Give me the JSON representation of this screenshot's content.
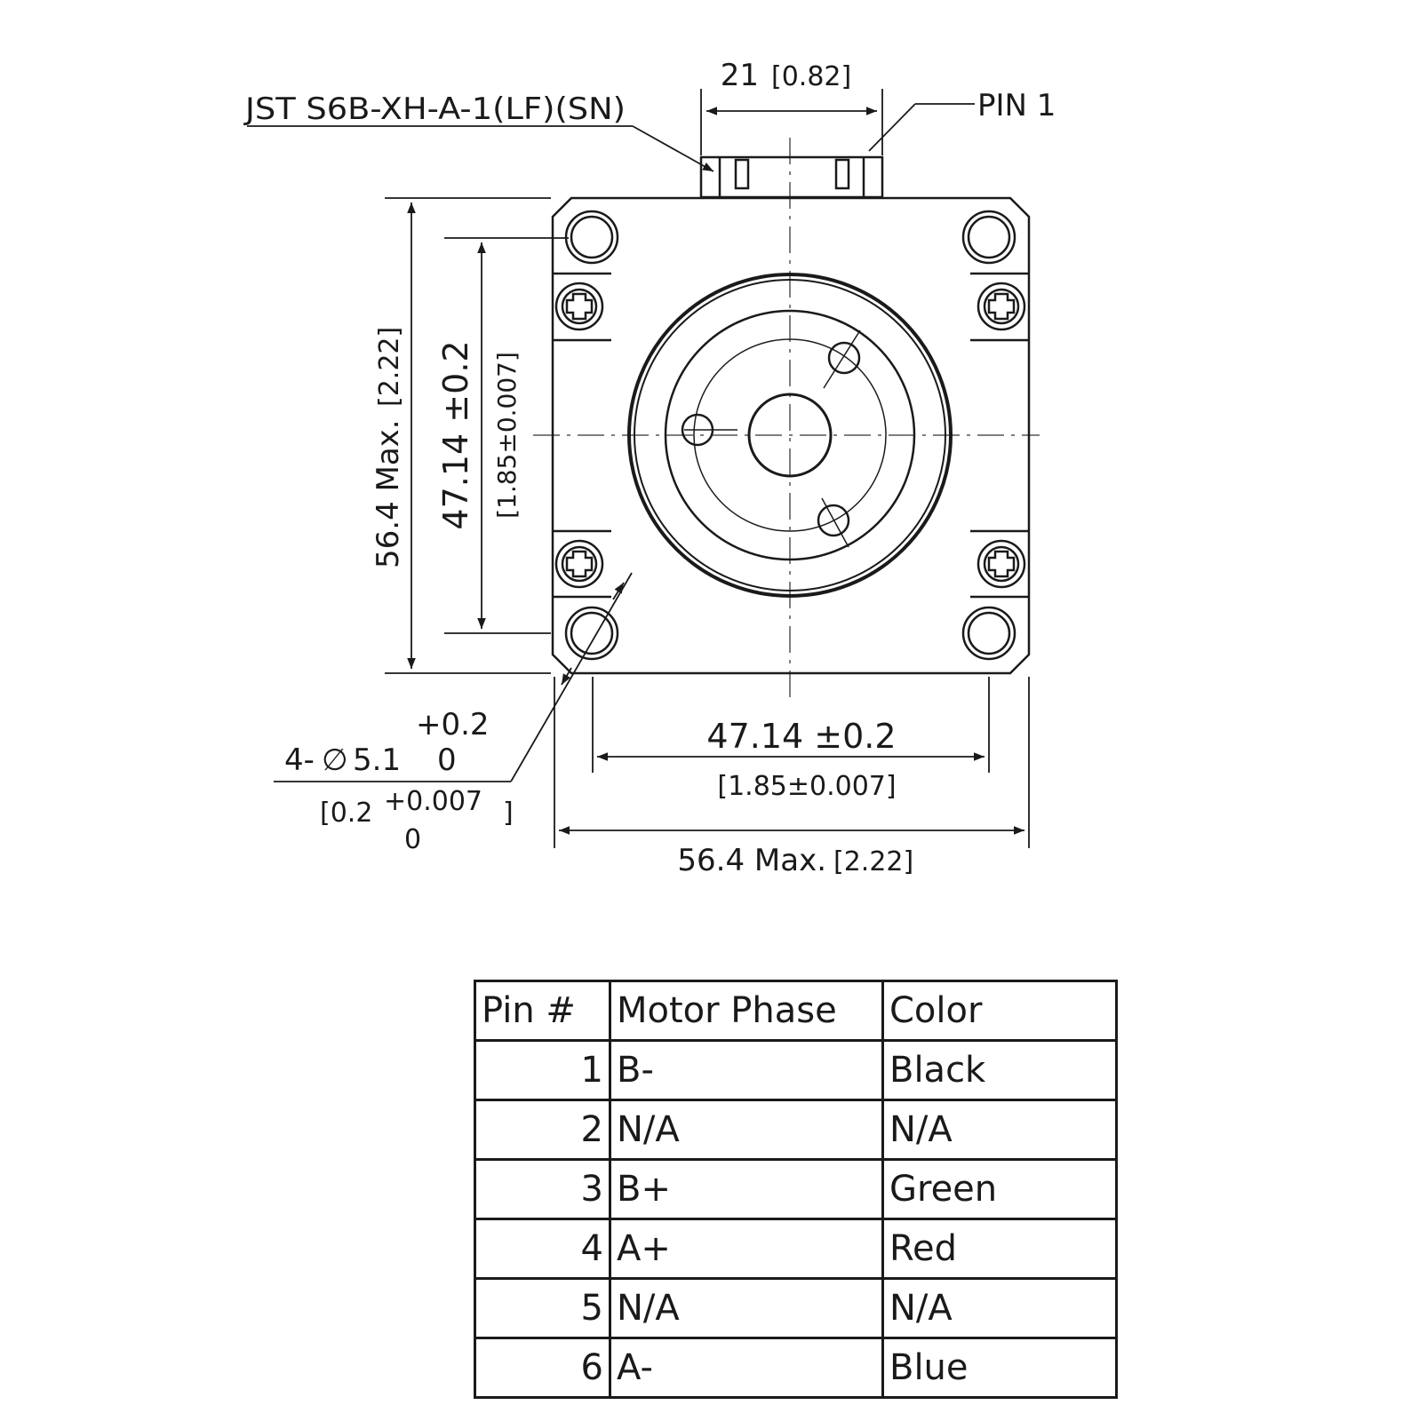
{
  "drawing": {
    "connector_label": "JST S6B-XH-A-1(LF)(SN)",
    "pin1_label": "PIN 1",
    "dim_top": {
      "value": "21",
      "inch": "[0.82]"
    },
    "dim_left_outer": {
      "value": "56.4 Max.",
      "inch": "[2.22]"
    },
    "dim_left_inner": {
      "value": "47.14 ±0.2",
      "inch": "[1.85±0.007]"
    },
    "dim_bottom_inner": {
      "value": "47.14 ±0.2",
      "inch": "[1.85±0.007]"
    },
    "dim_bottom_outer": {
      "value": "56.4 Max.",
      "inch": "[2.22]"
    },
    "hole_note": {
      "plus_tol": "+0.2",
      "prefix": "4-",
      "diameter_symbol": "∅",
      "value": "5.1",
      "zero_tol": "0",
      "inch_open": "[0.2",
      "inch_plus": "+0.007",
      "inch_close": "]",
      "inch_zero": "0"
    }
  },
  "pin_table": {
    "headers": [
      "Pin #",
      "Motor Phase",
      "Color"
    ],
    "rows": [
      {
        "pin": "1",
        "phase": "B-",
        "color": "Black"
      },
      {
        "pin": "2",
        "phase": "N/A",
        "color": "N/A"
      },
      {
        "pin": "3",
        "phase": "B+",
        "color": "Green"
      },
      {
        "pin": "4",
        "phase": "A+",
        "color": "Red"
      },
      {
        "pin": "5",
        "phase": "N/A",
        "color": "N/A"
      },
      {
        "pin": "6",
        "phase": "A-",
        "color": "Blue"
      }
    ]
  }
}
